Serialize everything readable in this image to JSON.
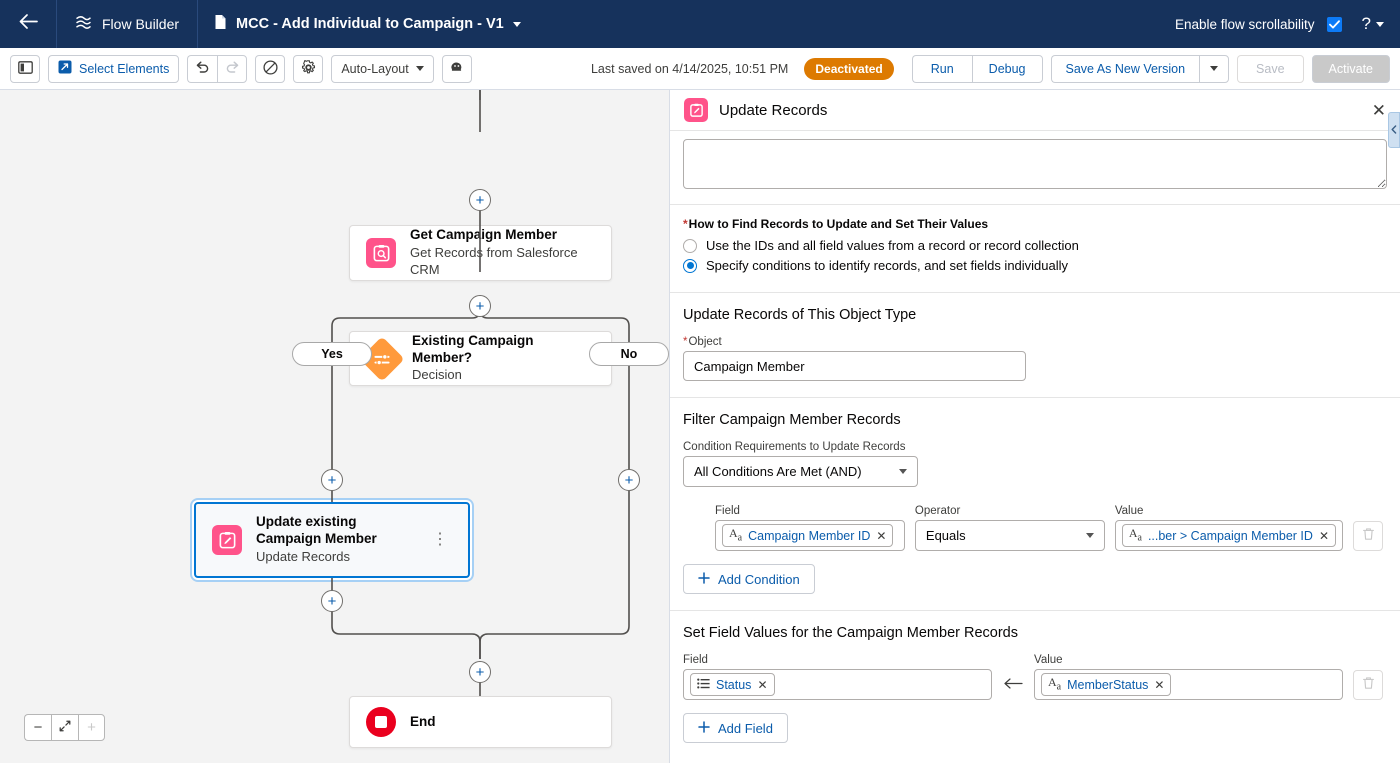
{
  "header": {
    "back_icon": "arrow-left-icon",
    "app_icon": "flow-builder-icon",
    "app_name": "Flow Builder",
    "doc_icon": "document-icon",
    "flow_name": "MCC - Add Individual to Campaign - V1",
    "flow_caret": "chevron-down-icon",
    "scrollability_label": "Enable flow scrollability",
    "scrollability_checked": true,
    "help_label": "?",
    "brand_color": "#16325c"
  },
  "toolbar": {
    "toggle_panel_icon": "toggle-left-panel-icon",
    "select_elements_label": "Select Elements",
    "undo_icon": "undo-icon",
    "redo_icon": "redo-icon",
    "cut_icon": "no-entry-icon",
    "settings_icon": "gear-icon",
    "layout_label": "Auto-Layout",
    "layout_caret": "chevron-down-icon",
    "einstein_icon": "einstein-icon",
    "saved_text": "Last saved on 4/14/2025, 10:51 PM",
    "status_badge": "Deactivated",
    "status_color": "#dd7a01",
    "run_label": "Run",
    "debug_label": "Debug",
    "save_as_new_version_label": "Save As New Version",
    "save_as_caret": "chevron-down-icon",
    "save_label": "Save",
    "activate_label": "Activate"
  },
  "canvas": {
    "nodes": [
      {
        "title": "Get Campaign Member",
        "subtitle": "Get Records from Salesforce CRM",
        "icon": "get-records-icon",
        "selected": false
      },
      {
        "title": "Existing Campaign Member?",
        "subtitle": "Decision",
        "icon": "decision-icon",
        "selected": false
      },
      {
        "title": "Update existing Campaign Member",
        "subtitle": "Update Records",
        "icon": "update-records-icon",
        "selected": true
      },
      {
        "title": "End",
        "subtitle": "",
        "icon": "end-icon",
        "selected": false
      }
    ],
    "branch_labels": [
      "Yes",
      "No"
    ],
    "add_icon": "plus-icon",
    "node_menu_icon": "more-vertical-icon",
    "zoom": {
      "out_label": "−",
      "fit_icon": "fit-to-view-icon",
      "in_label": "+"
    }
  },
  "panel": {
    "icon": "update-records-icon",
    "title": "Update Records",
    "close_icon": "close-icon",
    "collapse_icon": "chevron-left-icon",
    "description_value": "",
    "how_to_find": {
      "label": "How to Find Records to Update and Set Their Values",
      "required": true,
      "options": [
        {
          "label": "Use the IDs and all field values from a record or record collection",
          "selected": false
        },
        {
          "label": "Specify conditions to identify records, and set fields individually",
          "selected": true
        }
      ]
    },
    "object_section": {
      "heading": "Update Records of This Object Type",
      "object_label": "Object",
      "object_required": true,
      "object_value": "Campaign Member"
    },
    "filter_section": {
      "heading": "Filter Campaign Member Records",
      "condition_req_label": "Condition Requirements to Update Records",
      "condition_req_value": "All Conditions Are Met (AND)",
      "headers": {
        "field": "Field",
        "operator": "Operator",
        "value": "Value"
      },
      "conditions": [
        {
          "field_icon": "text-field-icon",
          "field": "Campaign Member ID",
          "operator": "Equals",
          "value_icon": "text-field-icon",
          "value": "...ber > Campaign Member ID",
          "remove_icon": "x-icon",
          "delete_icon": "trash-icon"
        }
      ],
      "add_condition_label": "Add Condition",
      "add_icon": "plus-icon"
    },
    "set_fields_section": {
      "heading": "Set Field Values for the Campaign Member Records",
      "headers": {
        "field": "Field",
        "value": "Value"
      },
      "rows": [
        {
          "field_icon": "picklist-icon",
          "field": "Status",
          "assign_icon": "arrow-left-icon",
          "value_icon": "text-field-icon",
          "value": "MemberStatus",
          "remove_icon": "x-icon",
          "delete_icon": "trash-icon"
        }
      ],
      "add_field_label": "Add Field",
      "add_icon": "plus-icon"
    }
  }
}
